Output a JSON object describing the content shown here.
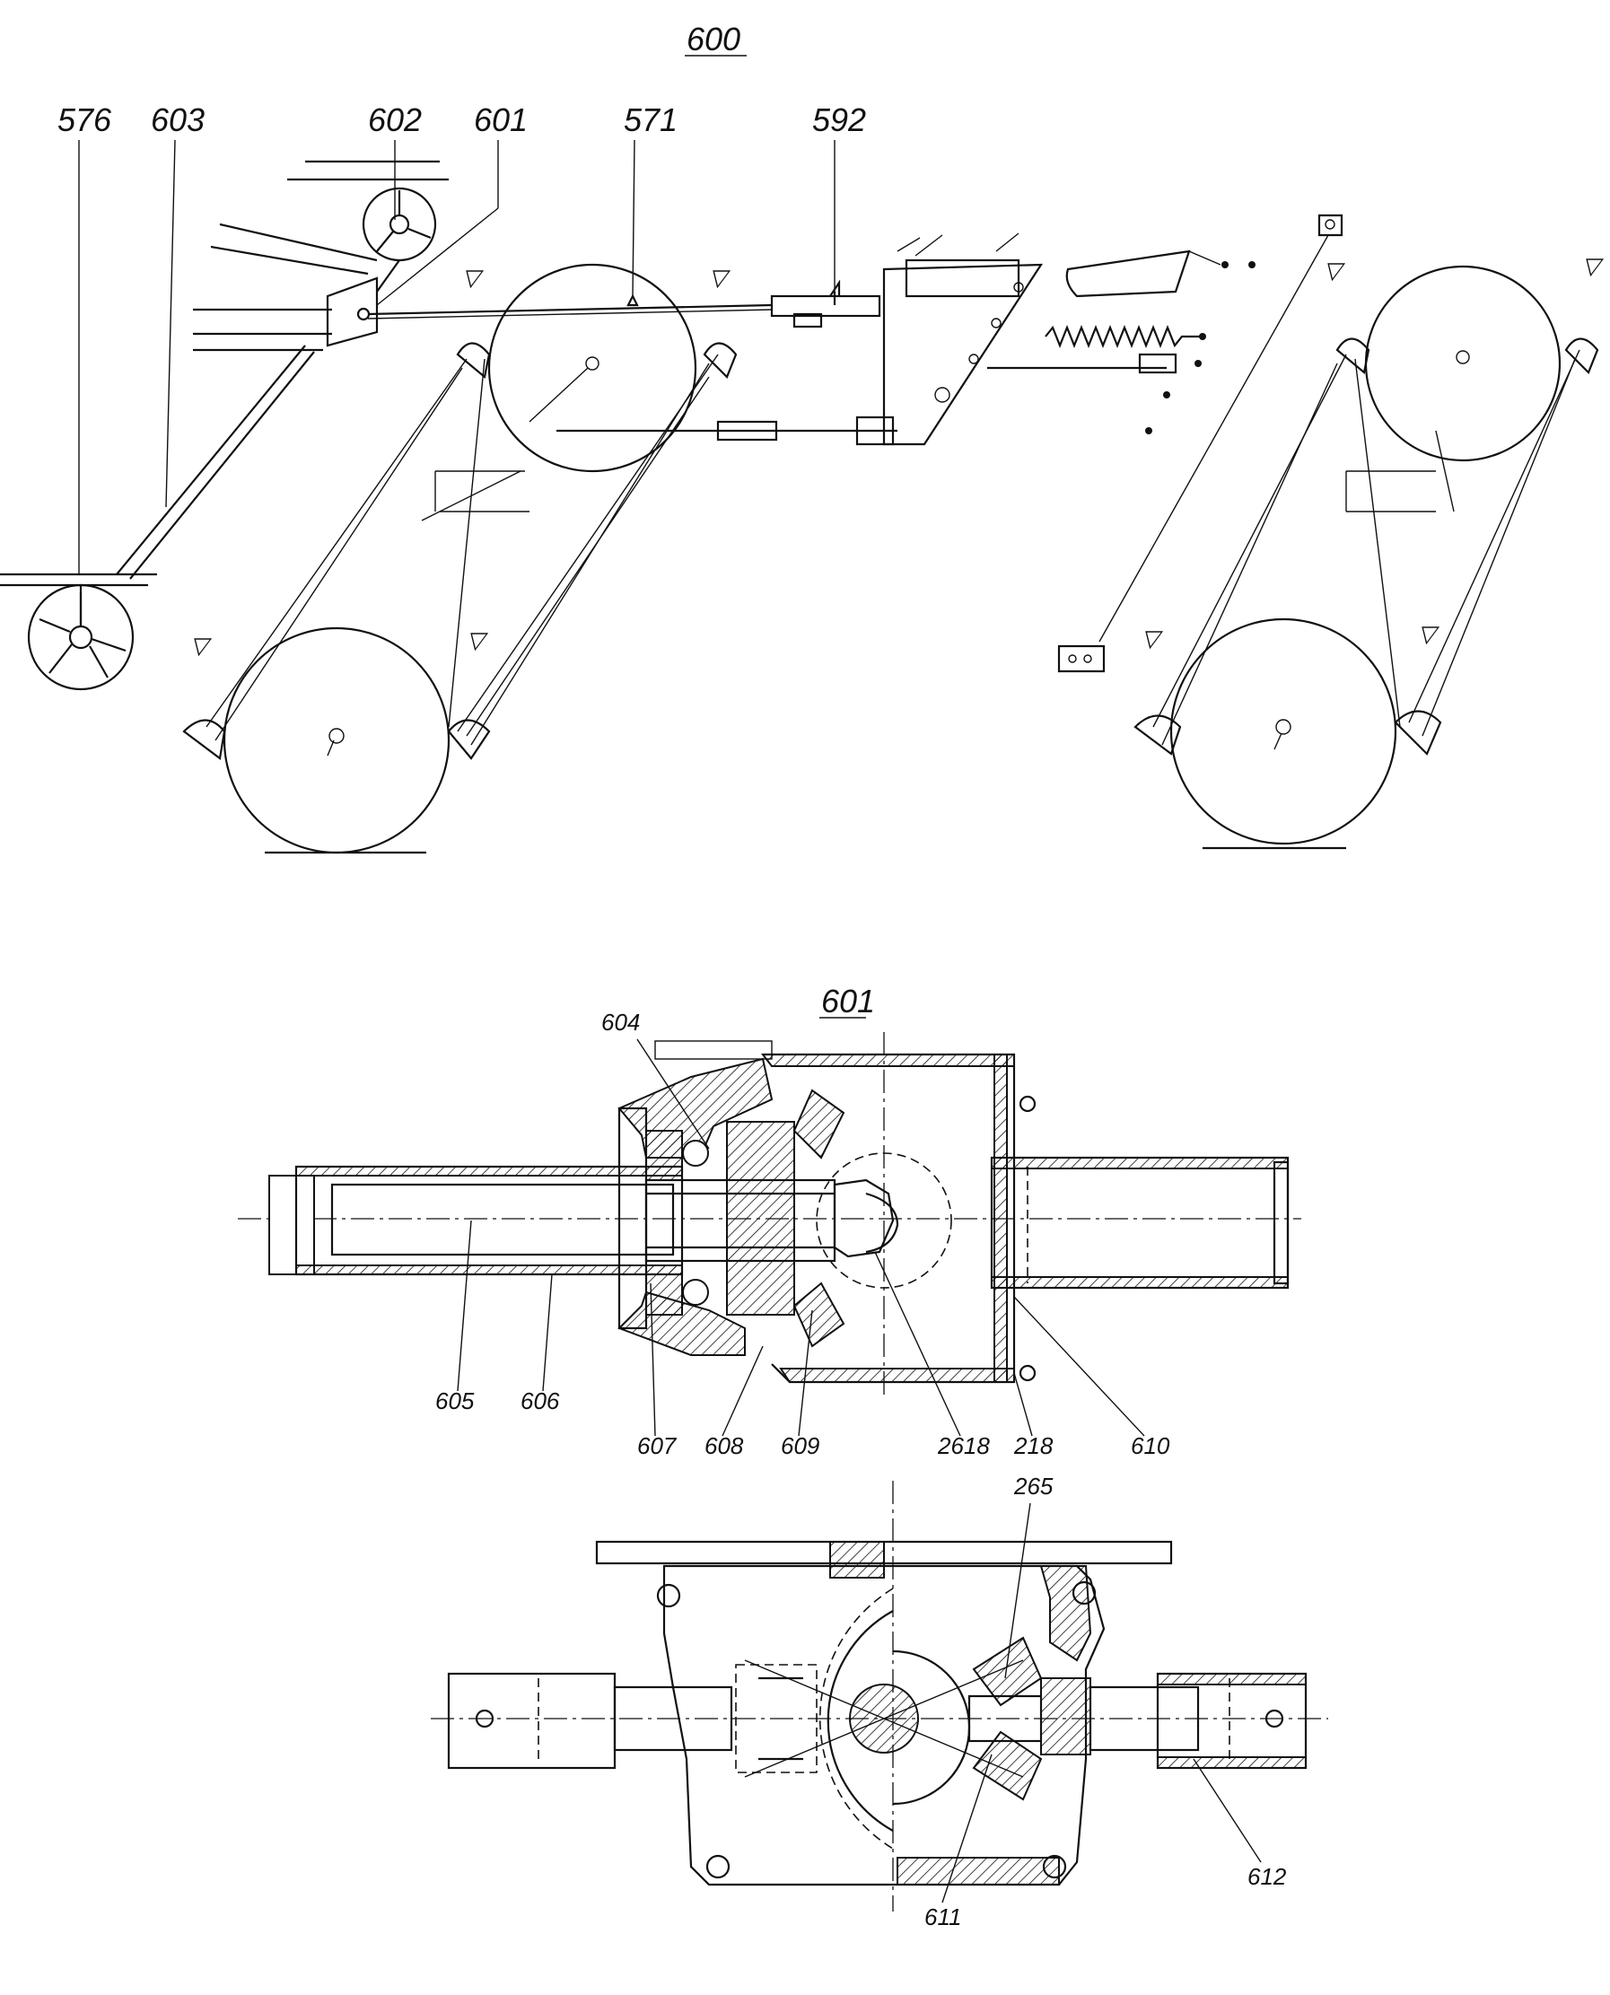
{
  "figure": {
    "main_title": "600",
    "section_title": "601"
  },
  "top_labels": {
    "l576": "576",
    "l603": "603",
    "l602": "602",
    "l601": "601",
    "l571": "571",
    "l592": "592"
  },
  "section_labels": {
    "l604": "604",
    "l605": "605",
    "l606": "606",
    "l607": "607",
    "l608": "608",
    "l609": "609",
    "l2618": "2618",
    "l218": "218",
    "l610": "610"
  },
  "bottom_labels": {
    "l265": "265",
    "l611": "611",
    "l612": "612"
  }
}
